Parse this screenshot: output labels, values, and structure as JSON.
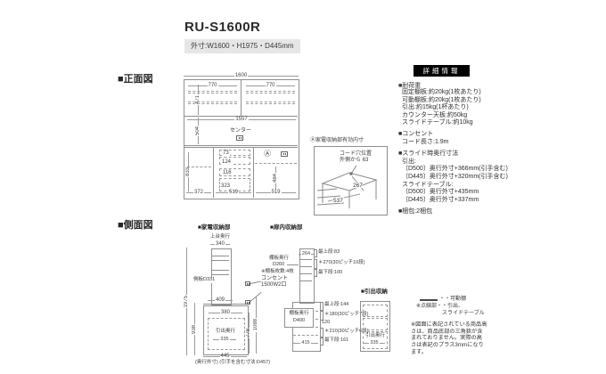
{
  "header": {
    "title": "RU-S1600R",
    "outer_size": "外寸:W1600・H1975・D445mm"
  },
  "front_view": {
    "heading": "■正面図",
    "dim_total_width": "1600",
    "dim_shelf_left": "770",
    "dim_shelf_right": "770",
    "dim_upper_height": "471",
    "dim_counter_width": "1557",
    "dim_mid_height": "504",
    "center_label": "センター",
    "dim_lower_height": "833",
    "dim_left_width": "372",
    "drawer_dims": [
      "73",
      "124",
      "116",
      "323"
    ],
    "dim_mid_width": "519",
    "dim_right_height": "484",
    "dim_right_width": "519",
    "circle_a": "Ⓐ"
  },
  "inner_box": {
    "title": "Ⓐ家電収納部有効内寸",
    "cord_note_line1": "コード穴位置",
    "cord_note_line2": "外側から 63",
    "dim_depth": "267",
    "dim_width": "537"
  },
  "details": {
    "title": "詳細情報",
    "load_title": "■耐荷重",
    "load_items": [
      "固定棚板:約20kg(1枚あたり)",
      "可動棚板:約20kg(1枚あたり)",
      "引出:約15kg(1杯あたり)",
      "カウンター天板:約50kg",
      "スライドテーブル:約10kg"
    ],
    "outlet_title": "■コンセント",
    "outlet_item": "コード長さ:1.9m",
    "slide_title": "■スライド時奥行寸法",
    "slide_items": [
      "引出:",
      "〔D500〕奥行外寸+366mm(引手含む)",
      "〔D445〕奥行外寸+320mm(引手含む)",
      "スライドテーブル:",
      "〔D500〕奥行外寸+435mm",
      "〔D445〕奥行外寸+337mm"
    ],
    "packing": "■梱包:2梱包"
  },
  "side_view": {
    "heading": "■側面図",
    "appliance": {
      "title": "■家電収納部",
      "top_depth_label": "上台奥行",
      "dim_top_depth": "340",
      "side_panel_label": "側板D331",
      "dim_total_height": "1975",
      "dim_lower_height": "938",
      "dim_409": "409",
      "dim_380": "380",
      "dim_778": "778",
      "dim_1088": "1088",
      "outlet_label_line1": "コンセント",
      "outlet_label_line2": "1500W2口",
      "drawer_label": "引出奥行",
      "dim_drawer_depth": "335",
      "dim_bottom": "445",
      "bottom_note": "(奥行外寸) (引手を含む寸法:D457)"
    },
    "door_storage": {
      "title": "■扉内収納部",
      "dim_upper_top": "264",
      "upper_shelf_label_line1": "棚板奥行",
      "upper_shelf_label_line2": "D260",
      "upper_shelf_note": "※棚板枚数:4枚",
      "upper_rows": [
        "最上段:83",
        "＊270(30ピッチ10段)",
        "最下段:100"
      ],
      "lower_shelf_label_line1": "棚板奥行",
      "lower_shelf_label_line2": "D400",
      "lower_rows": [
        "最上段:144",
        "＊180(30ピッチ7段)",
        "120",
        "＊210(30ピッチ6段)",
        "最下段:161"
      ],
      "dim_lower_bottom": "415"
    },
    "drawer_storage": {
      "title": "■引出収納",
      "drawer_label": "引出奥行",
      "dim_drawer_depth": "335"
    },
    "notes": {
      "legend_movable": "・・可動棚",
      "legend_dotted_line1": "※点線部・・引出、",
      "legend_dotted_line2": "スライドテーブル",
      "remark": "※図面に表記されている商品高さは、商品底部の三角鋲が含まれておりません。実際の高さは表記のプラス3mmになります。"
    }
  }
}
